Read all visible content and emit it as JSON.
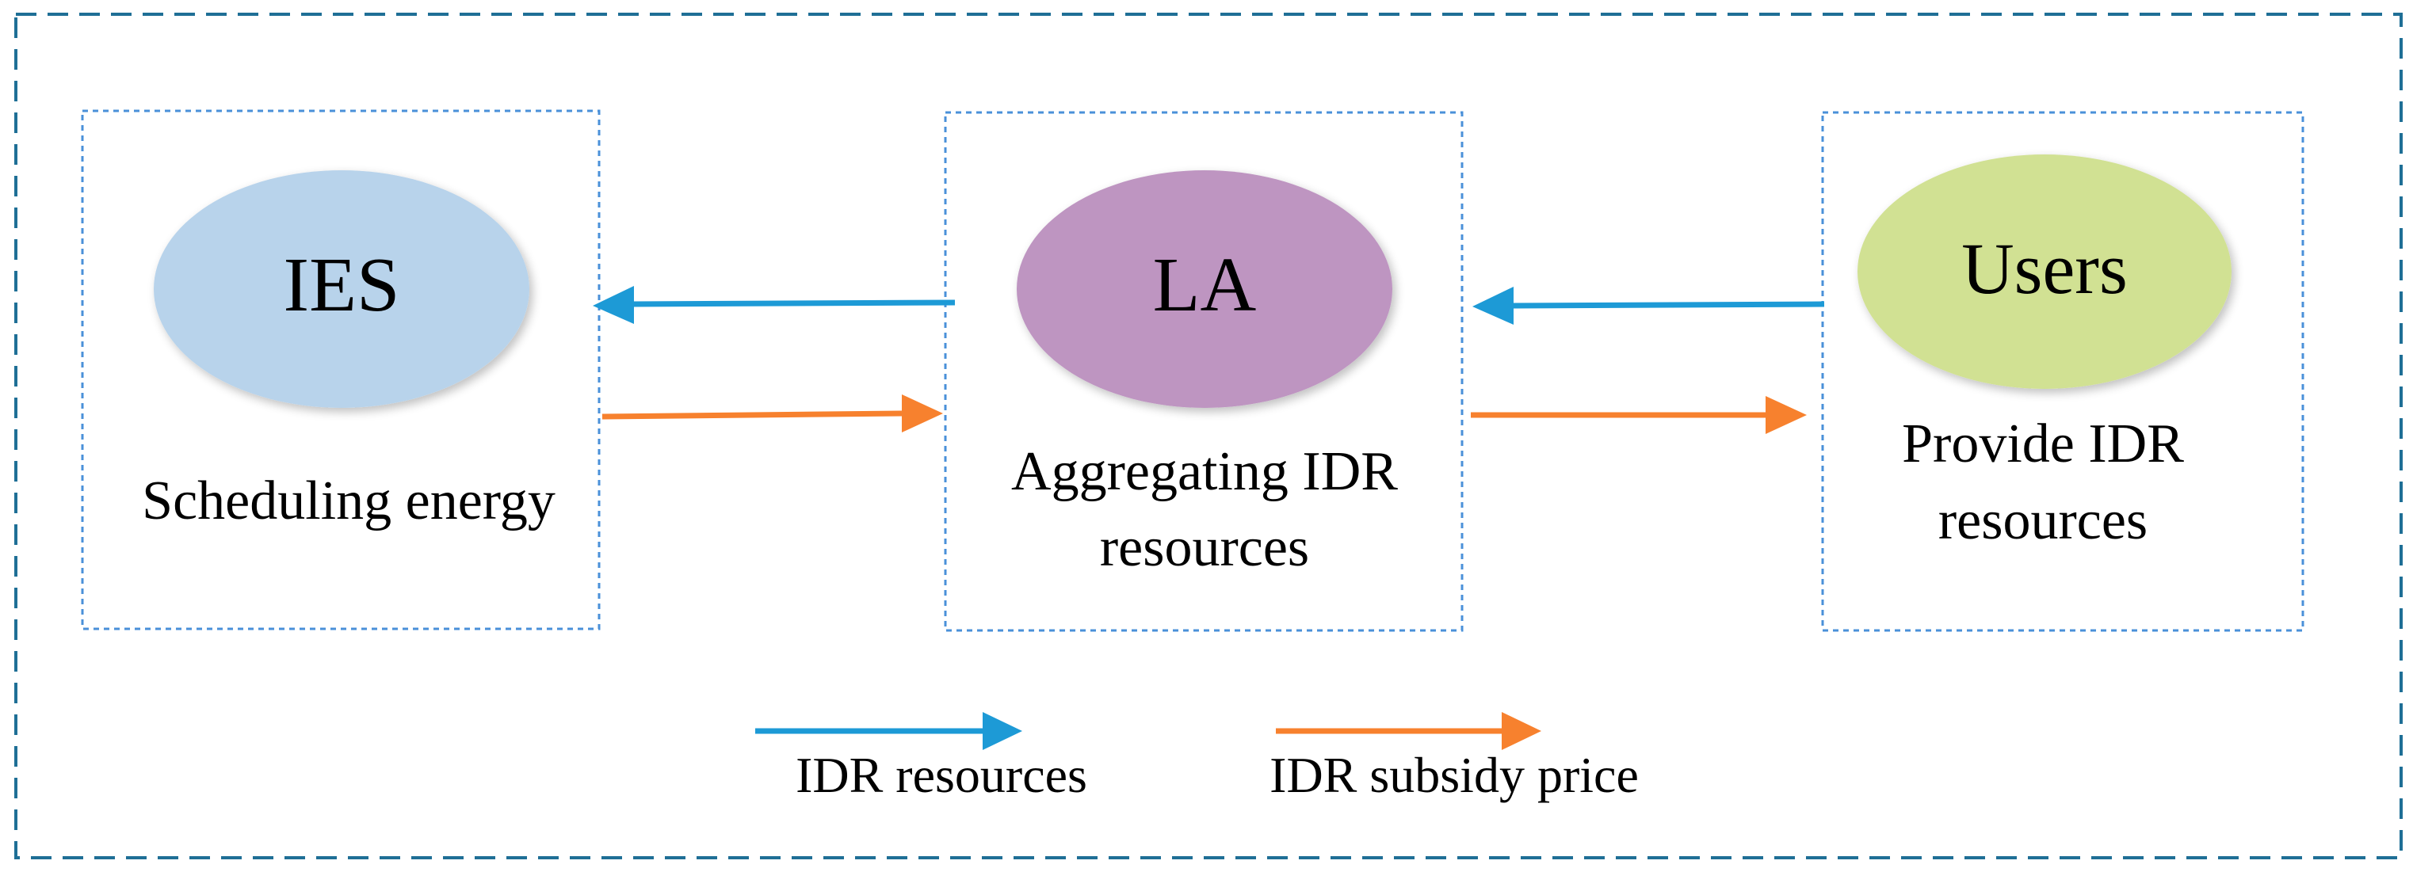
{
  "diagram": {
    "nodes": {
      "ies": {
        "label": "IES",
        "caption_lines": [
          "Scheduling energy"
        ]
      },
      "la": {
        "label": "LA",
        "caption_lines": [
          "Aggregating IDR",
          "resources"
        ]
      },
      "users": {
        "label": "Users",
        "caption_lines": [
          "Provide IDR",
          "resources"
        ]
      }
    },
    "legend": {
      "resources": "IDR resources",
      "price": "IDR subsidy price"
    }
  },
  "colors": {
    "outer_border": "#1f6f96",
    "box_border": "#4a90d9",
    "ies_fill": "#b8d3eb",
    "la_fill": "#be95c1",
    "users_fill": "#d1e193",
    "resources_arrow": "#1d9ad6",
    "price_arrow": "#f7812e"
  }
}
